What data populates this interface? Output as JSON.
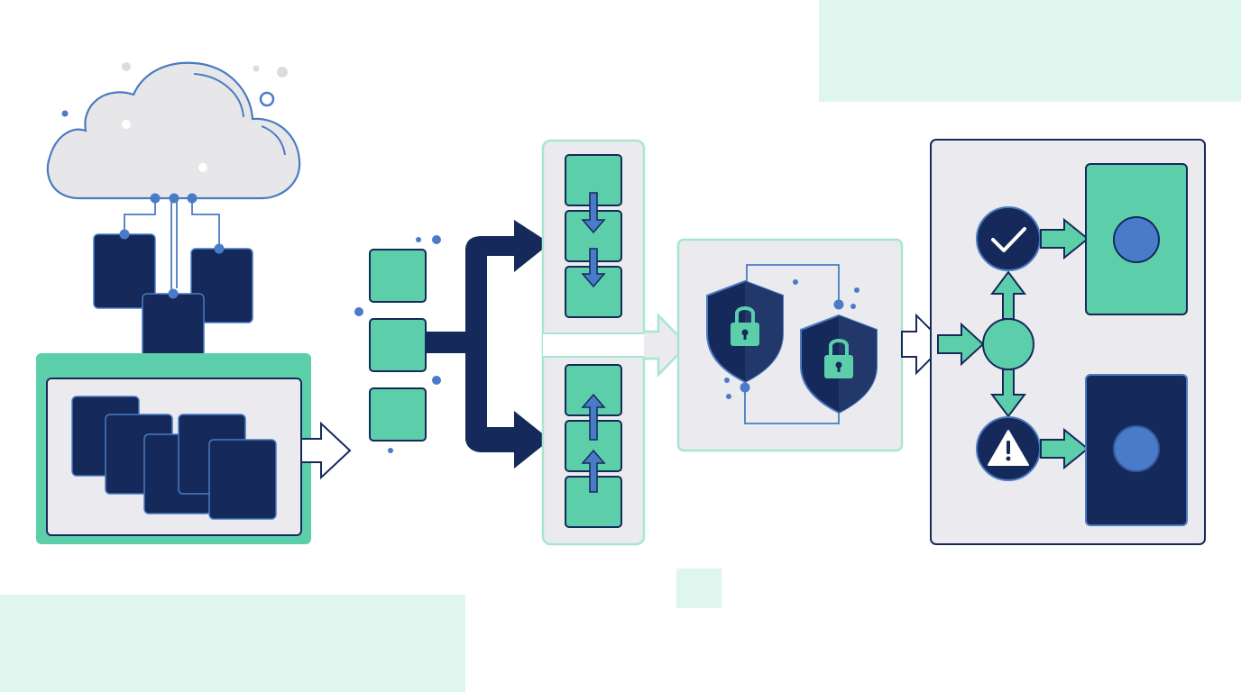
{
  "colors": {
    "navy": "#15295a",
    "navy_dark": "#0f2350",
    "teal": "#5ccfaa",
    "teal_light": "#dff6ee",
    "mint_border": "#a8e6cf",
    "panel_gray": "#ebebef",
    "cloud_fill": "#e7e7ea",
    "cloud_stroke": "#4a7bc2",
    "accent_blue": "#4a7bc8",
    "dot_gray": "#dcdcdc",
    "white": "#ffffff"
  },
  "icons": {
    "cloud": "cloud-icon",
    "lock": "padlock-icon",
    "shield": "shield-icon",
    "check": "checkmark-icon",
    "warning": "warning-triangle-icon"
  },
  "stages": [
    {
      "id": "source",
      "shape": "cloud-with-document-stack"
    },
    {
      "id": "split",
      "shape": "branching-queue"
    },
    {
      "id": "encrypt",
      "shape": "shield-pair"
    },
    {
      "id": "route",
      "shape": "decision-node"
    }
  ],
  "outcomes": [
    {
      "id": "success",
      "status_icon": "checkmark-icon",
      "color": "#5ccfaa"
    },
    {
      "id": "alert",
      "status_icon": "warning-triangle-icon",
      "color": "#15295a"
    }
  ]
}
